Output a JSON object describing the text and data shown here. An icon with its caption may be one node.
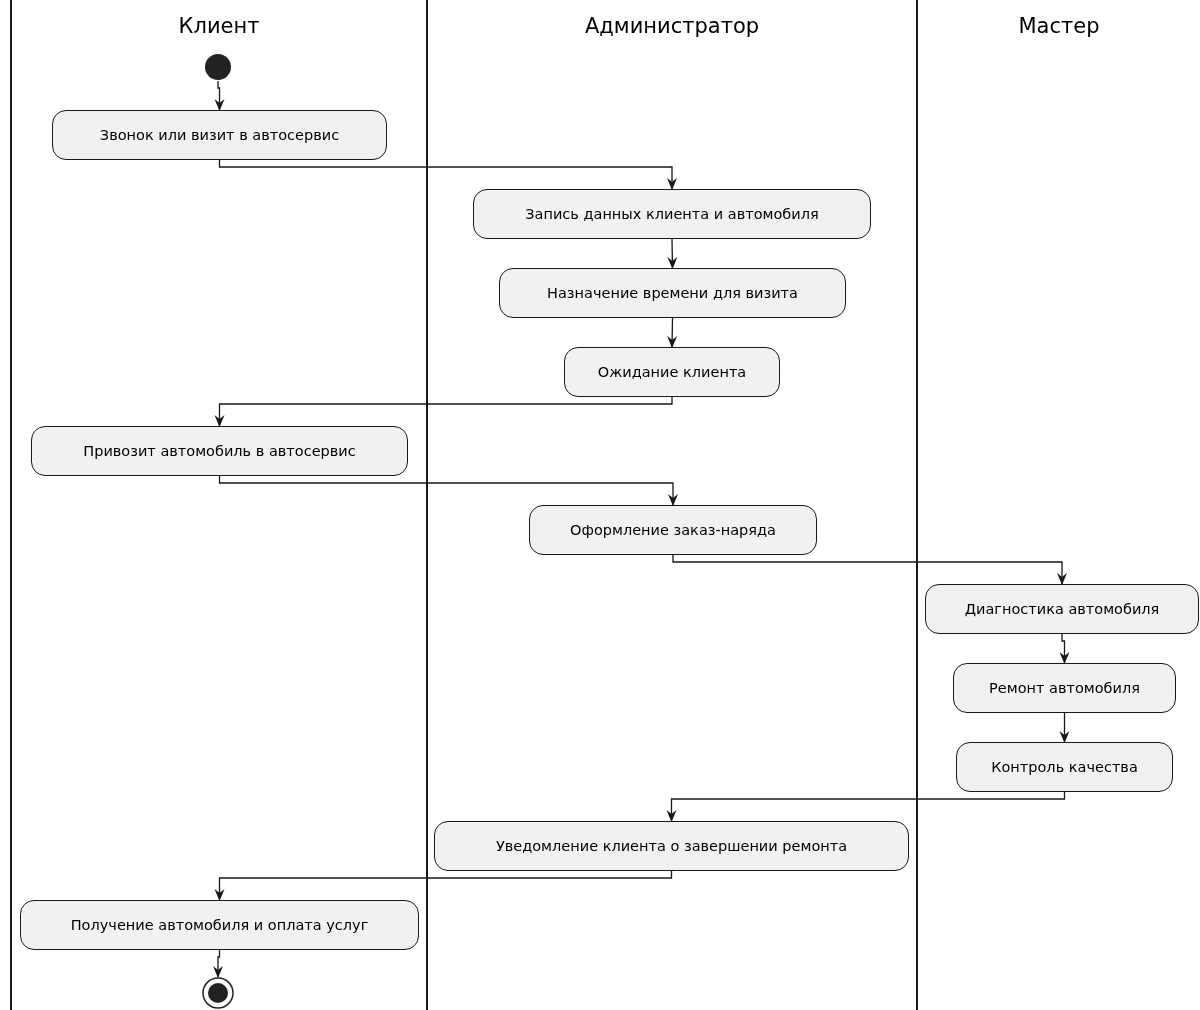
{
  "diagram": {
    "nodes": [
      {
        "text": [
          "Клиент"
        ]
      },
      {
        "text": [
          "Администратор"
        ]
      },
      {
        "text": [
          "Мастер"
        ]
      },
      {
        "text": [],
        "shape": "circle",
        "in": 0
      },
      {
        "text": [
          "Звонок или визит в автосервис"
        ],
        "in": 0
      },
      {
        "text": [
          "Запись данных клиента и автомобиля"
        ],
        "in": 1
      },
      {
        "text": [
          "Назначение времени для визита"
        ],
        "in": 1
      },
      {
        "text": [
          "Ожидание клиента"
        ],
        "in": 1
      },
      {
        "text": [
          "Привозит автомобиль в автосервис"
        ],
        "in": 0
      },
      {
        "text": [
          "Оформление заказ-наряда"
        ],
        "in": 1
      },
      {
        "text": [
          "Диагностика автомобиля"
        ],
        "in": 2
      },
      {
        "text": [
          "Ремонт автомобиля"
        ],
        "in": 2
      },
      {
        "text": [
          "Контроль качества"
        ],
        "in": 2
      },
      {
        "text": [
          "Уведомление клиента о завершении ремонта"
        ],
        "in": 1
      },
      {
        "text": [
          "Получение автомобиля и оплата услуг"
        ],
        "in": 0
      },
      {
        "text": [],
        "shape": "bullseye",
        "in": 0
      }
    ],
    "edges": [
      {
        "from": 3,
        "to": 4,
        "arrow": "to"
      },
      {
        "from": 4,
        "to": 5,
        "arrow": "to"
      },
      {
        "from": 5,
        "to": 6,
        "arrow": "to"
      },
      {
        "from": 6,
        "to": 7,
        "arrow": "to"
      },
      {
        "from": 7,
        "to": 8,
        "arrow": "to"
      },
      {
        "from": 8,
        "to": 9,
        "arrow": "to"
      },
      {
        "from": 9,
        "to": 10,
        "arrow": "to"
      },
      {
        "from": 10,
        "to": 11,
        "arrow": "to"
      },
      {
        "from": 11,
        "to": 12,
        "arrow": "to"
      },
      {
        "from": 12,
        "to": 13,
        "arrow": "to"
      },
      {
        "from": 13,
        "to": 14,
        "arrow": "to"
      },
      {
        "from": 14,
        "to": 15,
        "arrow": "to"
      }
    ]
  }
}
